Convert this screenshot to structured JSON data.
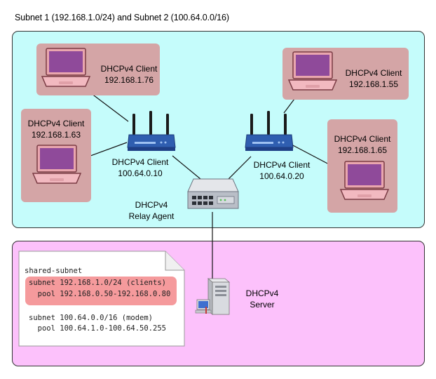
{
  "title": "Subnet 1 (192.168.1.0/24) and Subnet 2 (100.64.0.0/16)",
  "clients": [
    {
      "role": "DHCPv4 Client",
      "ip": "192.168.1.76"
    },
    {
      "role": "DHCPv4 Client",
      "ip": "192.168.1.63"
    },
    {
      "role": "DHCPv4 Client",
      "ip": "192.168.1.55"
    },
    {
      "role": "DHCPv4 Client",
      "ip": "192.168.1.65"
    }
  ],
  "modems": [
    {
      "role": "DHCPv4 Client",
      "ip": "100.64.0.10"
    },
    {
      "role": "DHCPv4 Client",
      "ip": "100.64.0.20"
    }
  ],
  "relay": {
    "line1": "DHCPv4",
    "line2": "Relay Agent"
  },
  "server": {
    "line1": "DHCPv4",
    "line2": "Server"
  },
  "config": {
    "header": "shared-subnet",
    "subnet1": "subnet 192.168.1.0/24 (clients)",
    "pool1": "  pool 192.168.0.50-192.168.0.80",
    "subnet2": "subnet 100.64.0.0/16 (modem)",
    "pool2": "  pool 100.64.1.0-100.64.50.255"
  },
  "colors": {
    "subnet_zone": "#c5fcfb",
    "server_zone": "#fcc1fb",
    "client_box": "#d4a5a6",
    "highlight": "#f59a9c"
  },
  "icons": [
    "laptop-icon",
    "router-icon",
    "switch-icon",
    "server-icon",
    "note-icon"
  ]
}
